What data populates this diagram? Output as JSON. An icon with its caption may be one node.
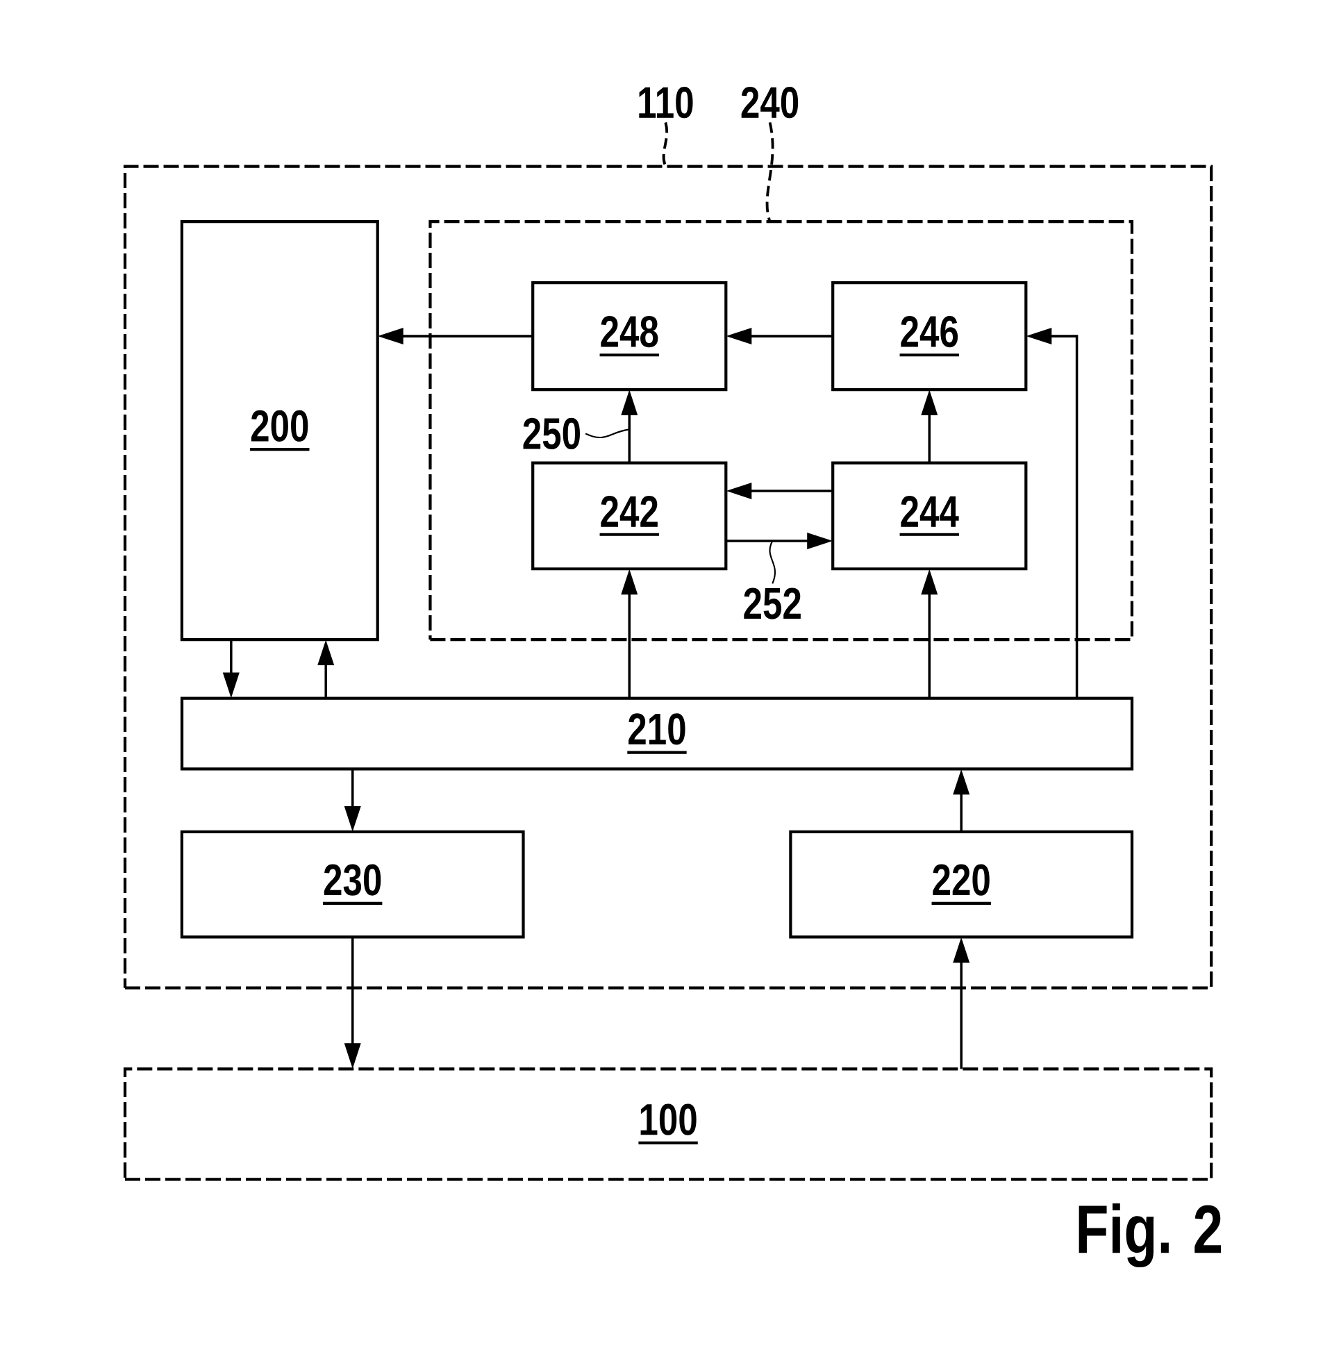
{
  "diagram": {
    "caption": "Fig. 2",
    "nodes": [
      {
        "text": [
          "110"
        ]
      },
      {
        "text": [
          "240"
        ]
      },
      {
        "text": [],
        "shape": "box"
      },
      {
        "text": [
          "200"
        ],
        "in": 2
      },
      {
        "text": [],
        "shape": "box",
        "in": 2
      },
      {
        "text": [
          "248"
        ],
        "in": 4
      },
      {
        "text": [
          "246"
        ],
        "in": 4
      },
      {
        "text": [
          "250"
        ],
        "in": 4
      },
      {
        "text": [
          "242"
        ],
        "in": 4
      },
      {
        "text": [
          "244"
        ],
        "in": 4
      },
      {
        "text": [
          "252"
        ],
        "in": 4
      },
      {
        "text": [
          "210"
        ],
        "in": 2
      },
      {
        "text": [
          "230"
        ],
        "in": 2
      },
      {
        "text": [
          "220"
        ],
        "in": 2
      },
      {
        "text": [
          "100"
        ]
      }
    ],
    "edges": [
      {
        "from": 0,
        "to": 2,
        "arrow": "none",
        "style": "dashed"
      },
      {
        "from": 1,
        "to": 4,
        "arrow": "none",
        "style": "dashed"
      },
      {
        "from": 5,
        "to": 3,
        "arrow": "to"
      },
      {
        "from": 6,
        "to": 5,
        "arrow": "to"
      },
      {
        "from": 8,
        "to": 5,
        "arrow": "to"
      },
      {
        "from": 9,
        "to": 8,
        "arrow": "to"
      },
      {
        "from": 8,
        "to": 9,
        "arrow": "to"
      },
      {
        "from": 9,
        "to": 6,
        "arrow": "to"
      },
      {
        "from": 11,
        "to": 6,
        "arrow": "to"
      },
      {
        "from": 11,
        "to": 8,
        "arrow": "to"
      },
      {
        "from": 11,
        "to": 9,
        "arrow": "to"
      },
      {
        "from": 3,
        "to": 11,
        "arrow": "to"
      },
      {
        "from": 11,
        "to": 3,
        "arrow": "to"
      },
      {
        "from": 11,
        "to": 12,
        "arrow": "to"
      },
      {
        "from": 13,
        "to": 11,
        "arrow": "to"
      },
      {
        "from": 12,
        "to": 14,
        "arrow": "to"
      },
      {
        "from": 14,
        "to": 13,
        "arrow": "to"
      },
      {
        "from": 7,
        "to": null,
        "arrow": "none"
      },
      {
        "from": 10,
        "to": null,
        "arrow": "none"
      }
    ]
  }
}
